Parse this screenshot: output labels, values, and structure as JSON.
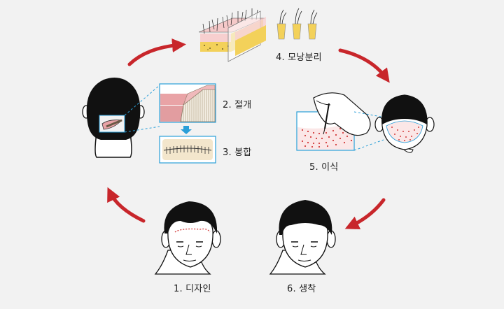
{
  "steps": {
    "design": "1. 디자인",
    "excision": "2. 절개",
    "suture": "3. 봉합",
    "separation": "4. 모낭분리",
    "transplant": "5. 이식",
    "growth": "6. 생착"
  },
  "colors": {
    "background": "#f2f2f2",
    "arrow": "#c8262b",
    "hair": "#111111",
    "guide": "#2a9fd8",
    "skin_pink": "#e9a3a6",
    "fat_yellow": "#f3d15a",
    "dots": "#d23b3b"
  }
}
